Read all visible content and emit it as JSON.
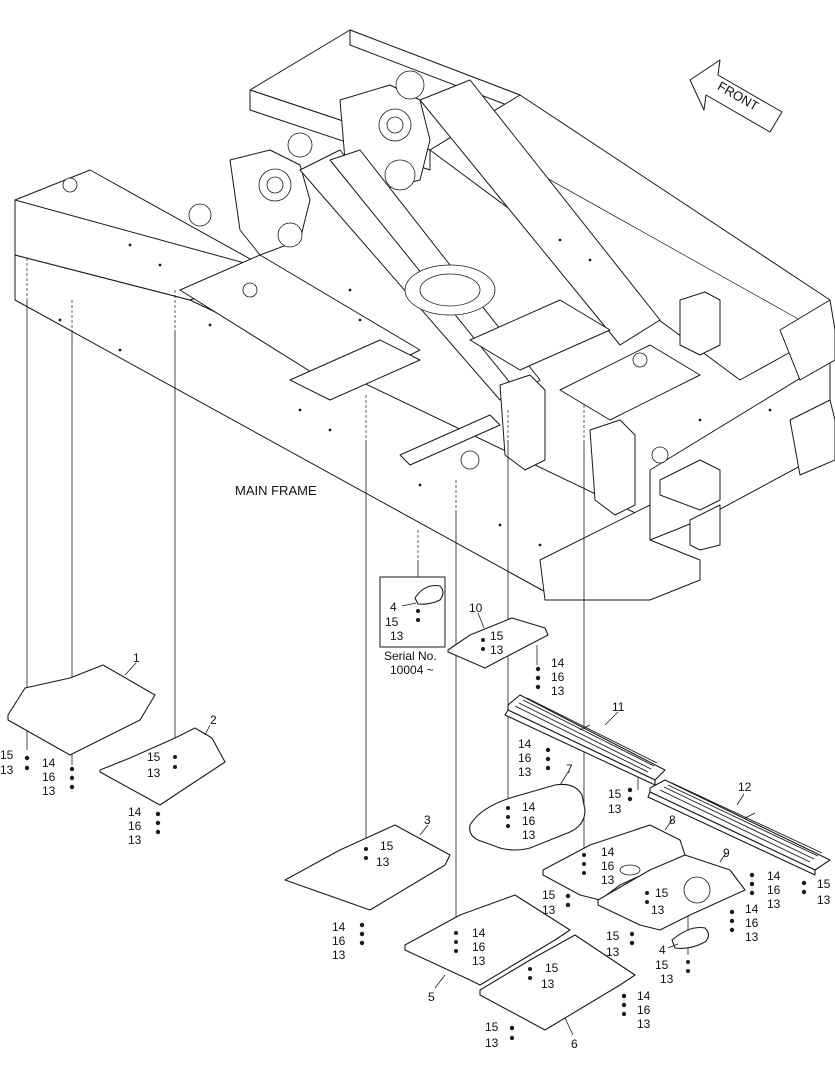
{
  "labels": {
    "main_frame": "MAIN FRAME",
    "front": "FRONT",
    "serial_line1": "Serial No.",
    "serial_line2": "10004 ~"
  },
  "part_callouts": [
    "1",
    "2",
    "3",
    "4",
    "5",
    "6",
    "7",
    "8",
    "9",
    "10",
    "11",
    "12"
  ],
  "hardware_callouts": {
    "bolt": "13",
    "washer_a": "14",
    "washer_b": "15",
    "washer_c": "16"
  },
  "colors": {
    "line": "#1a1a1a",
    "background": "#ffffff"
  }
}
